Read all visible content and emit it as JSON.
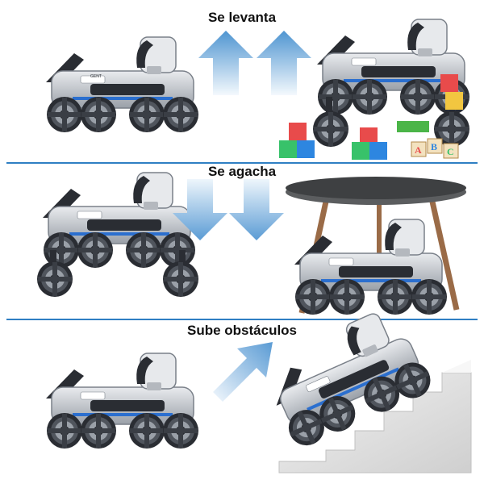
{
  "sections": [
    {
      "caption": "Se levanta"
    },
    {
      "caption": "Se agacha"
    },
    {
      "caption": "Sube obstáculos"
    }
  ],
  "robot": {
    "badge": "GENT"
  },
  "toy_blocks": {
    "letters": [
      "A",
      "B",
      "C"
    ]
  },
  "colors": {
    "divider": "#2f7fc3",
    "arrow_light": "#cfe5f7",
    "arrow_dark": "#5e9fd6",
    "robot_body": "#c9ccd2",
    "robot_dark": "#2a2d33",
    "robot_stripe": "#2b6fcf",
    "table_top": "#5b5d5f",
    "table_legs": "#9a6b47",
    "stairs": "#e6e6e6"
  },
  "icons": [
    "arrow-up-icon",
    "arrow-down-icon",
    "arrow-diagonal-icon"
  ]
}
